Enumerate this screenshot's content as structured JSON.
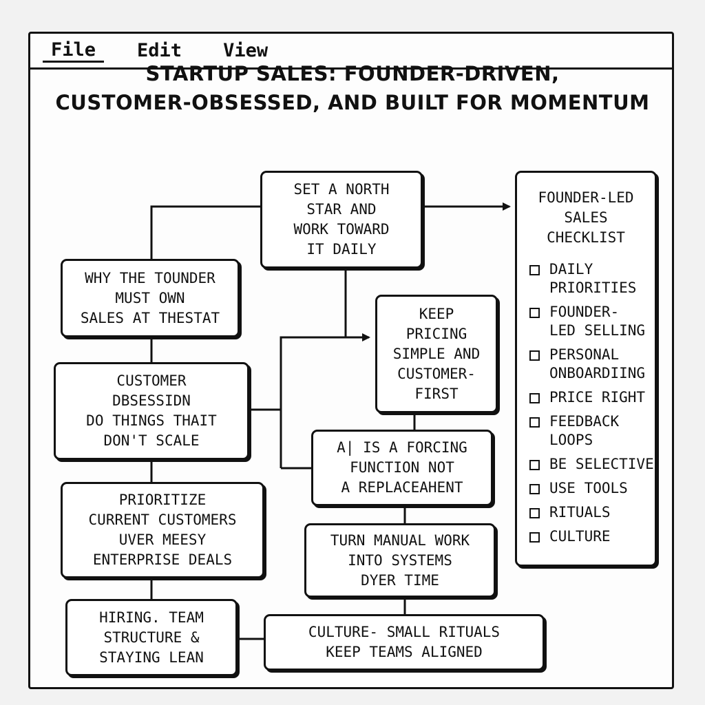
{
  "menu": {
    "file": "File",
    "edit": "Edit",
    "view": "View"
  },
  "title": {
    "line1": "STARTUP SALES: FOUNDER-DRIVEN,",
    "line2": "CUSTOMER-OBSESSED, AND BUILT FOR MOMENTUM"
  },
  "nodes": {
    "north_star": "SET A NORTH\nSTAR AND\nWORK TOWARD\nIT DAILY",
    "founder_own": "WHY THE TOUNDER\nMUST OWN\nSALES AT THESTAT",
    "customer_obsession": "CUSTOMER\nDBSESSIDN\nDO THINGS THAIT\nDON'T SCALE",
    "keep_pricing": "KEEP\nPRICING\nSIMPLE AND\nCUSTOMER-\nFIRST",
    "ai_forcing": "A| IS A FORCING\nFUNCTION NOT\nA REPLACEAHENT",
    "prioritize": "PRIORITIZE\nCURRENT CUSTOMERS\nUVER MEESY\nENTERPRISE DEALS",
    "manual_work": "TURN MANUAL WORK\nINTO SYSTEMS\nDYER TIME",
    "hiring": "HIRING. TEAM\nSTRUCTURE &\nSTAYING LEAN",
    "culture": "CULTURE- SMALL RITUALS\nKEEP TEAMS ALIGNED"
  },
  "checklist": {
    "title": "FOUNDER-LED\nSALES\nCHECKLIST",
    "items": [
      "DAILY\nPRIORITIES",
      "FOUNDER-\nLED SELLING",
      "PERSONAL\nONBOARDIING",
      "PRICE RIGHT",
      "FEEDBACK\nLOOPS",
      "BE SELECTIVE",
      "USE TOOLS",
      "RITUALS",
      "CULTURE"
    ]
  }
}
